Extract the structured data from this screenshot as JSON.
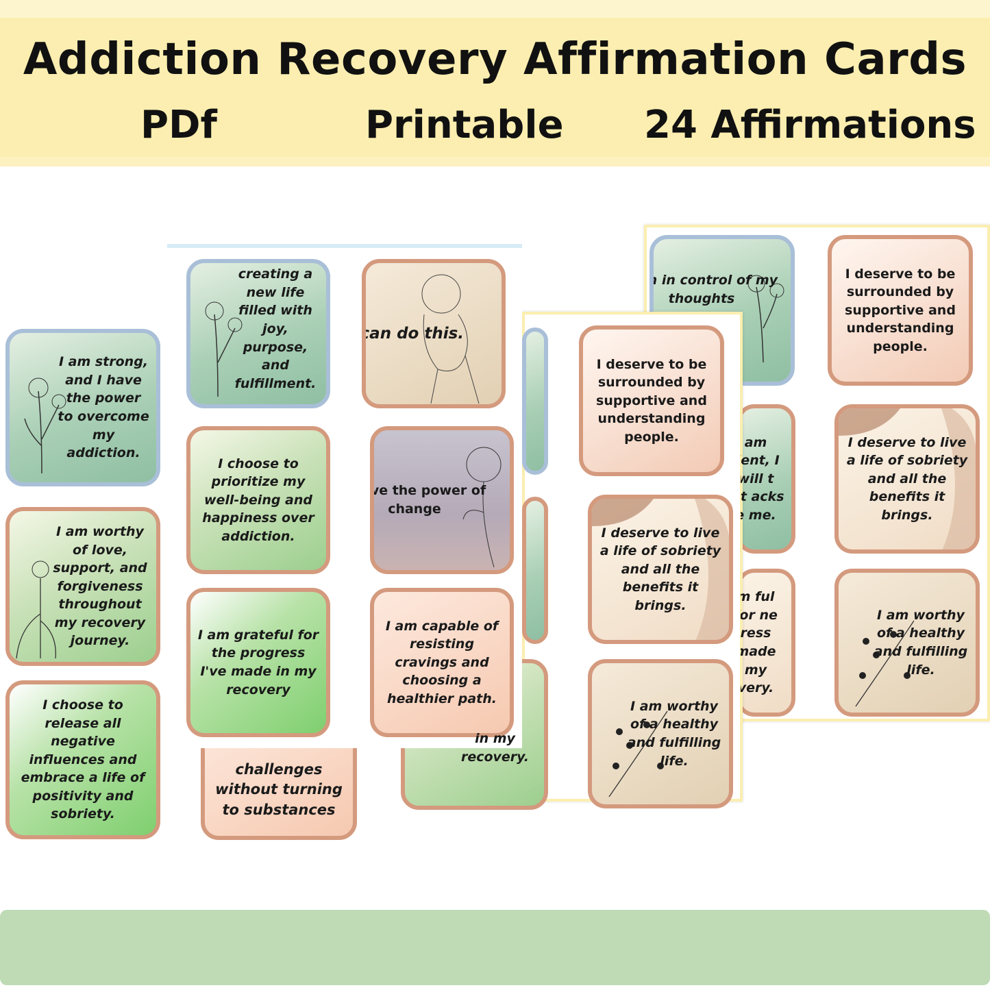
{
  "header": {
    "title": "Addiction Recovery Affirmation Cards",
    "format": "PDf",
    "type": "Printable",
    "count": "24 Affirmations"
  },
  "cards": {
    "left_1": "I am strong, and I have the power to overcome my addiction.",
    "left_2": "I am worthy of love, support, and forgiveness throughout my recovery journey.",
    "left_3": "I choose to release all negative influences and embrace a life of positivity and sobriety.",
    "mid_1": "I am creating a new life filled with joy, purpose, and fulfillment.",
    "mid_2": "I can do this.",
    "mid_3": "I choose to prioritize my well-being and happiness over addiction.",
    "mid_4": "I have the power of change",
    "mid_5": "I am grateful for the progress I've made in my recovery",
    "mid_6": "I am capable of resisting cravings and choosing a healthier path.",
    "mid_7": "challenges without turning to substances",
    "back_1": "in my recovery.",
    "r1_1": "I deserve to be surrounded by supportive and understanding people.",
    "r1_2": "I deserve to live a life of sobriety and all the benefits it brings.",
    "r1_3": "I am worthy of a healthy and fulfilling life.",
    "r2_1": "I am in control of my thoughts",
    "r2_2": "I deserve to be surrounded by supportive and understanding people.",
    "r2_3": "I deserve to live a life of sobriety and all the benefits it brings.",
    "r2_4": "I am worthy of a healthy and fulfilling life.",
    "r2_partial_1": "am lient, I will t let acks e me.",
    "r2_partial_2": "m ful for ne ress made my very."
  },
  "colors": {
    "banner": "#fbeeb0",
    "card_border": "#d49a7e",
    "bottom_strip": "#bfdbb6"
  }
}
